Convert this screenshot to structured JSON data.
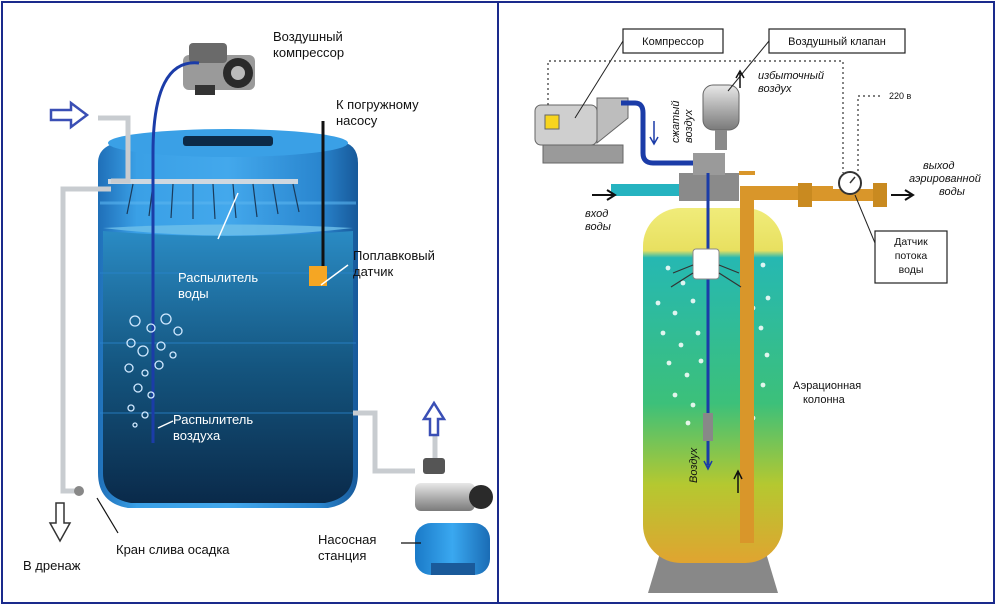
{
  "left": {
    "compressor": "Воздушный компрессор",
    "compressor_lines": [
      "Воздушный",
      "компрессор"
    ],
    "to_pump_lines": [
      "К погружному",
      "насосу"
    ],
    "float_sensor_lines": [
      "Поплавковый",
      "датчик"
    ],
    "water_sprayer_lines": [
      "Распылитель",
      "воды"
    ],
    "air_sprayer_lines": [
      "Распылитель",
      "воздуха"
    ],
    "drain": "В дренаж",
    "sediment_valve": "Кран слива осадка",
    "pump_station_lines": [
      "Насосная",
      "станция"
    ]
  },
  "right": {
    "compressor": "Компрессор",
    "air_valve": "Воздушный клапан",
    "excess_air_lines": [
      "избыточный",
      "воздух"
    ],
    "compressed_air_lines": [
      "сжатый",
      "воздух"
    ],
    "voltage": "220 в",
    "water_in_lines": [
      "вход",
      "воды"
    ],
    "aerated_out_lines": [
      "выход",
      "аэрированной",
      "воды"
    ],
    "flow_sensor_lines": [
      "Датчик",
      "потока",
      "воды"
    ],
    "column_lines": [
      "Аэрационная",
      "колонна"
    ],
    "air": "Воздух"
  },
  "colors": {
    "tank_blue": "#2f8fd8",
    "tank_dark": "#0d3a66",
    "arrow_blue": "#3a4fb5",
    "frame": "#1a2a8c",
    "column_yellow": "#e8e060",
    "column_teal": "#1fb5b0",
    "pipe_orange": "#d9962a"
  }
}
